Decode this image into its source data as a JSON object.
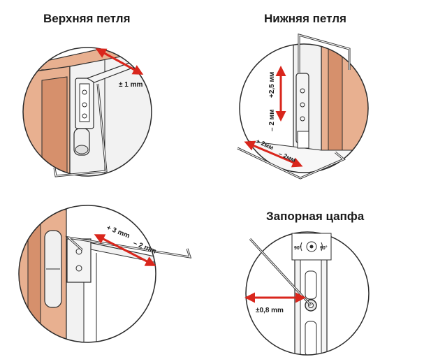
{
  "titles": {
    "top_hinge": "Верхняя петля",
    "bottom_hinge": "Нижняя петля",
    "locking_pin": "Запорная цапфа"
  },
  "labels": {
    "top_hinge_adjust": "± 1 mm",
    "bottom_vertical_plus": "+2,5 мм",
    "bottom_vertical_minus": "– 2 мм",
    "bottom_horizontal_plus": "+ 2мм",
    "bottom_horizontal_minus": "– 2мм",
    "side_adjust_plus": "+ 3 mm",
    "side_adjust_minus": "– 2 mm",
    "pin_adjust": "±0,8 mm",
    "pin_rotate_left": "90°",
    "pin_rotate_right": "90°"
  },
  "colors": {
    "wood": "#e8b090",
    "wood_dark": "#d6906c",
    "metal": "#f2f2f2",
    "outline": "#2b2b2b",
    "arrow": "#d9261c",
    "circle": "#2b2b2b"
  }
}
